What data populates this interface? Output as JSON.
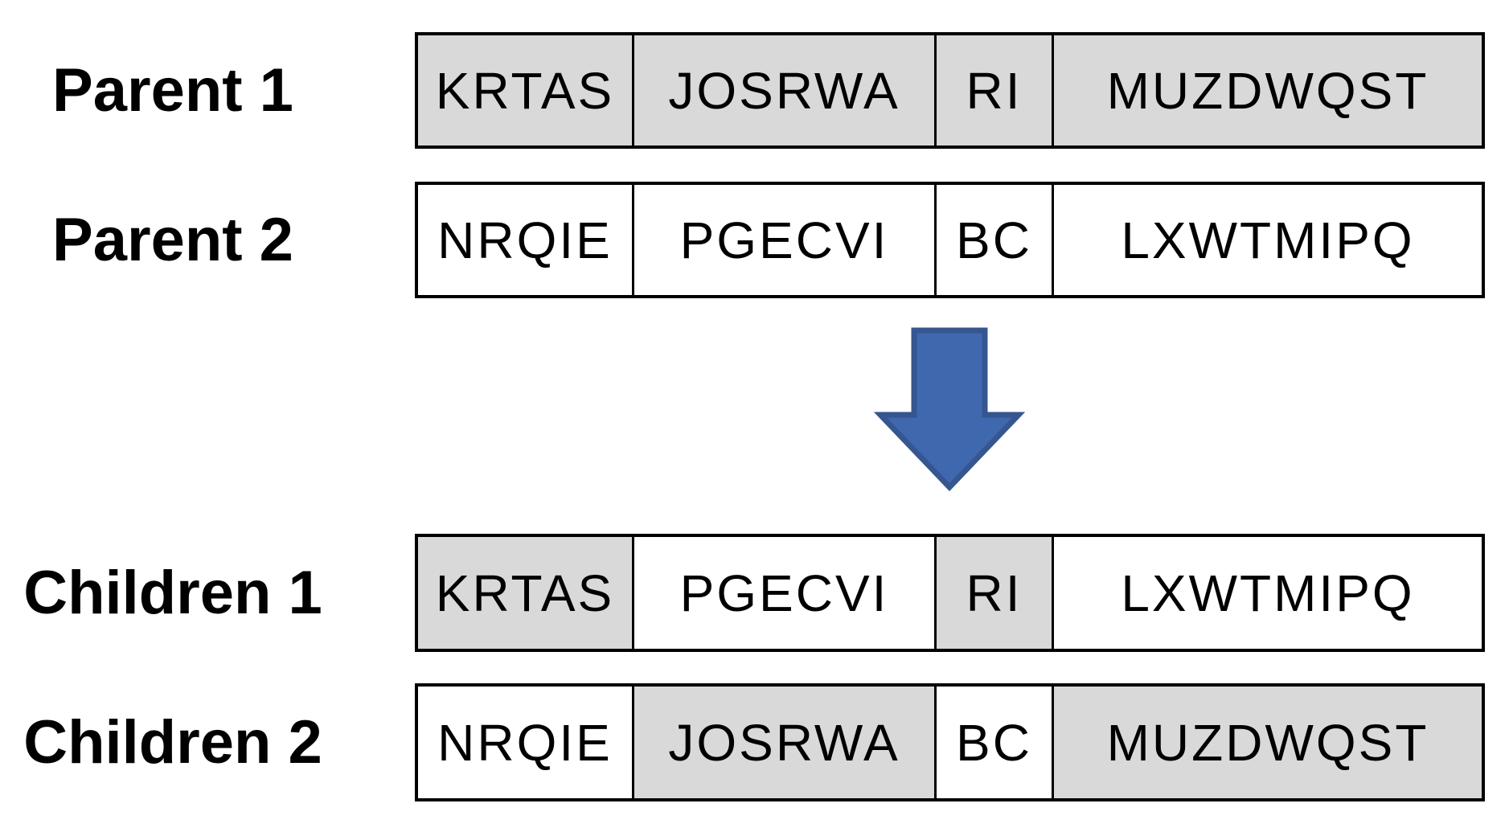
{
  "diagram": {
    "title_semantic": "genetic-algorithm-uniform-crossover",
    "rows": [
      {
        "label": "Parent 1",
        "cells": [
          {
            "text": "KRTAS",
            "shaded": true
          },
          {
            "text": "JOSRWA",
            "shaded": true
          },
          {
            "text": "RI",
            "shaded": true
          },
          {
            "text": "MUZDWQST",
            "shaded": true
          }
        ]
      },
      {
        "label": "Parent 2",
        "cells": [
          {
            "text": "NRQIE",
            "shaded": false
          },
          {
            "text": "PGECVI",
            "shaded": false
          },
          {
            "text": "BC",
            "shaded": false
          },
          {
            "text": "LXWTMIPQ",
            "shaded": false
          }
        ]
      },
      {
        "label": "Children 1",
        "cells": [
          {
            "text": "KRTAS",
            "shaded": true
          },
          {
            "text": "PGECVI",
            "shaded": false
          },
          {
            "text": "RI",
            "shaded": true
          },
          {
            "text": "LXWTMIPQ",
            "shaded": false
          }
        ]
      },
      {
        "label": "Children 2",
        "cells": [
          {
            "text": "NRQIE",
            "shaded": false
          },
          {
            "text": "JOSRWA",
            "shaded": true
          },
          {
            "text": "BC",
            "shaded": false
          },
          {
            "text": "MUZDWQST",
            "shaded": true
          }
        ]
      }
    ],
    "arrow": {
      "icon": "down-arrow-icon",
      "fill": "#4068AF",
      "stroke": "#35568F"
    },
    "colors": {
      "shaded_cell": "#D9D9D9",
      "unshaded_cell": "#FFFFFF",
      "border": "#000000",
      "text": "#000000"
    }
  }
}
